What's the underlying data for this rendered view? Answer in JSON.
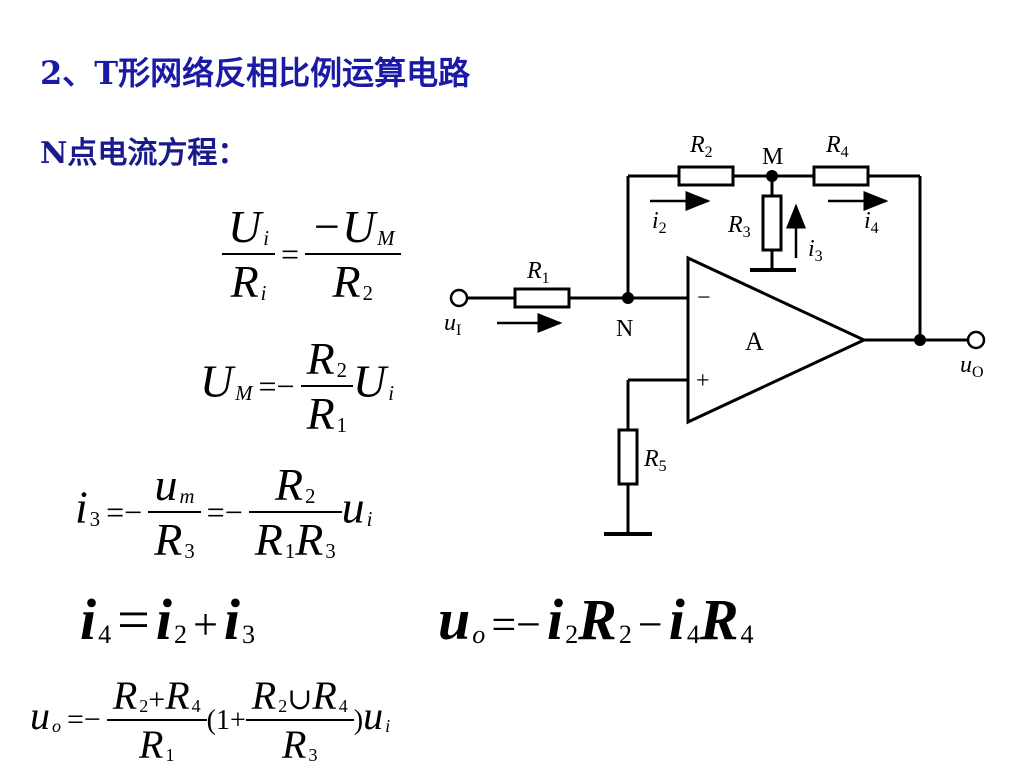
{
  "slide": {
    "title": "2、T形网络反相比例运算电路",
    "subtitle": "N点电流方程："
  },
  "equations": {
    "eq1": {
      "lhs_num": "U",
      "lhs_num_sub": "i",
      "lhs_den": "R",
      "lhs_den_sub": "i",
      "eq": "=",
      "rhs_num": "−U",
      "rhs_num_sub": "M",
      "rhs_den": "R",
      "rhs_den_sub": "2"
    },
    "eq2": {
      "lhs": "U",
      "lhs_sub": "M",
      "eq": "=−",
      "num": "R",
      "num_sub": "2",
      "den": "R",
      "den_sub": "1",
      "tail": "U",
      "tail_sub": "i"
    },
    "eq3": {
      "lhs": "i",
      "lhs_sub": "3",
      "eq1": "=−",
      "f1_num": "u",
      "f1_num_sub": "m",
      "f1_den": "R",
      "f1_den_sub": "3",
      "eq2": "=−",
      "f2_num": "R",
      "f2_num_sub": "2",
      "f2_den_a": "R",
      "f2_den_a_sub": "1",
      "f2_den_b": "R",
      "f2_den_b_sub": "3",
      "tail": "u",
      "tail_sub": "i"
    },
    "eq4": {
      "a": "i",
      "a_sub": "4",
      "eq": "=",
      "b": "i",
      "b_sub": "2",
      "plus": "+",
      "c": "i",
      "c_sub": "3"
    },
    "eq5": {
      "lhs": "u",
      "lhs_sub": "o",
      "eq": "=−",
      "a": "i",
      "a_sub": "2",
      "b": "R",
      "b_sub": "2",
      "minus": "−",
      "c": "i",
      "c_sub": "4",
      "d": "R",
      "d_sub": "4"
    },
    "eq6": {
      "lhs": "u",
      "lhs_sub": "o",
      "eq": "=−",
      "f1_num_a": "R",
      "f1_num_a_sub": "2",
      "f1_plus": "+",
      "f1_num_b": "R",
      "f1_num_b_sub": "4",
      "f1_den": "R",
      "f1_den_sub": "1",
      "open": "(1+",
      "f2_num_a": "R",
      "f2_num_a_sub": "2",
      "f2_op": "∪",
      "f2_num_b": "R",
      "f2_num_b_sub": "4",
      "f2_den": "R",
      "f2_den_sub": "3",
      "close": ")",
      "tail": "u",
      "tail_sub": "i"
    }
  },
  "circuit": {
    "R1": {
      "main": "R",
      "sub": "1"
    },
    "R2": {
      "main": "R",
      "sub": "2"
    },
    "R3": {
      "main": "R",
      "sub": "3"
    },
    "R4": {
      "main": "R",
      "sub": "4"
    },
    "R5": {
      "main": "R",
      "sub": "5"
    },
    "node_M": "M",
    "node_N": "N",
    "amp": "A",
    "minus": "−",
    "plus": "+",
    "i2": {
      "main": "i",
      "sub": "2"
    },
    "i3": {
      "main": "i",
      "sub": "3"
    },
    "i4": {
      "main": "i",
      "sub": "4"
    },
    "uI": {
      "main": "u",
      "sub": "I"
    },
    "uO": {
      "main": "u",
      "sub": "O"
    }
  }
}
